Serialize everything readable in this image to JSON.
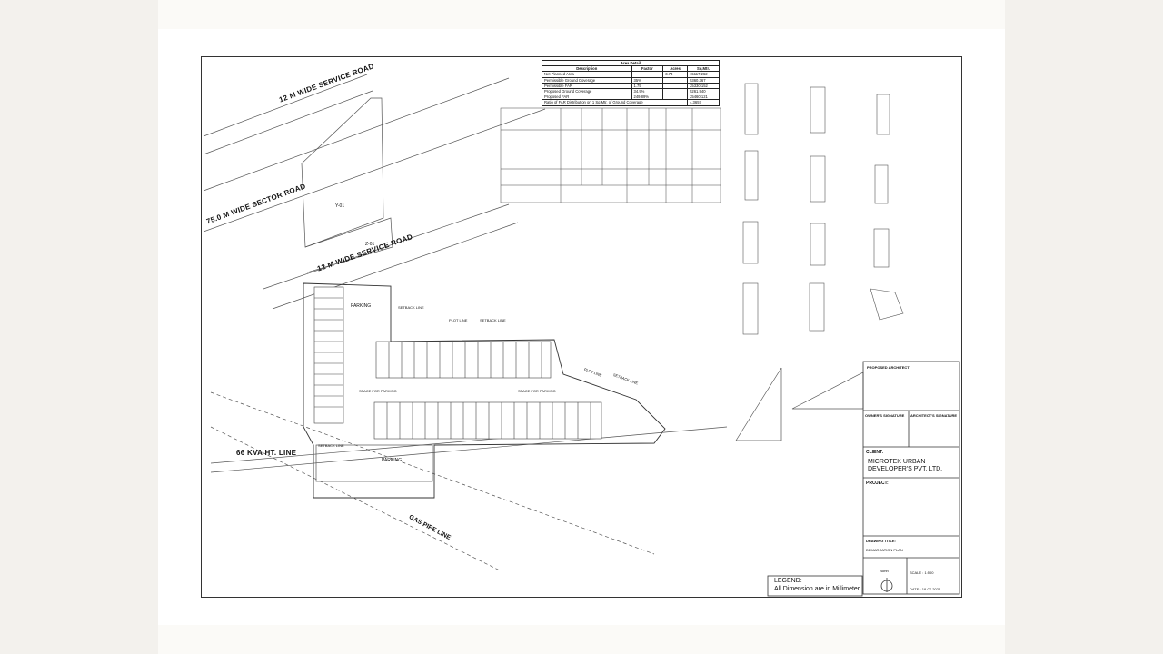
{
  "area_detail": {
    "title": "Area Detail",
    "headers": [
      "Description",
      "Factor",
      "Acres",
      "Sq.Mtr."
    ],
    "rows": [
      [
        "Net Planned Area",
        "",
        "3.73",
        "15117.262"
      ],
      [
        "Permissible Ground Coverage",
        "35%",
        "",
        "5360.367"
      ],
      [
        "Permissible FAR",
        "1.75",
        "",
        "25330.152"
      ],
      [
        "Proposed Ground Coverage",
        "34.9%",
        "",
        "5261.940"
      ],
      [
        "Proposed FAR",
        "249.89%",
        "",
        "25460.121"
      ],
      [
        "Ratio of FAR Distribution on 1 Sq.Mtr. of Ground Coverage",
        "",
        "",
        "4.3657"
      ]
    ]
  },
  "roads": {
    "service_road_top": "12 M WIDE SERVICE ROAD",
    "sector_road": "75.0 M WIDE SECTOR ROAD",
    "service_road_mid": "12 M WIDE SERVICE ROAD",
    "kva_line": "66 KVA HT. LINE",
    "gas_pipe_line": "GAS PIPE LINE"
  },
  "plan_labels": {
    "parking": "PARKING",
    "setback_line": "SETBACK LINE",
    "plot_line": "PLOT LINE",
    "space_for_parking": "SPACE FOR PARKING",
    "y01": "Y-01",
    "z01": "Z-01"
  },
  "title_block": {
    "client_label": "CLIENT:",
    "client_name": "MICROTEK URBAN DEVELOPER'S PVT. LTD.",
    "project_label": "PROJECT:",
    "drawing_title_label": "DRAWING TITLE:",
    "drawing_title": "DEMARCATION PLAN",
    "north": "North",
    "scale": "SCALE : 1:500",
    "date": "DATE : 18-07-2022",
    "proposed_architect": "PROPOSED ARCHITECT",
    "owners_signature": "OWNER'S SIGNATURE",
    "architects_signature": "ARCHITECT'S SIGNATURE"
  },
  "legend": {
    "title": "LEGEND:",
    "text": "All Dimension are in Millimeter"
  }
}
